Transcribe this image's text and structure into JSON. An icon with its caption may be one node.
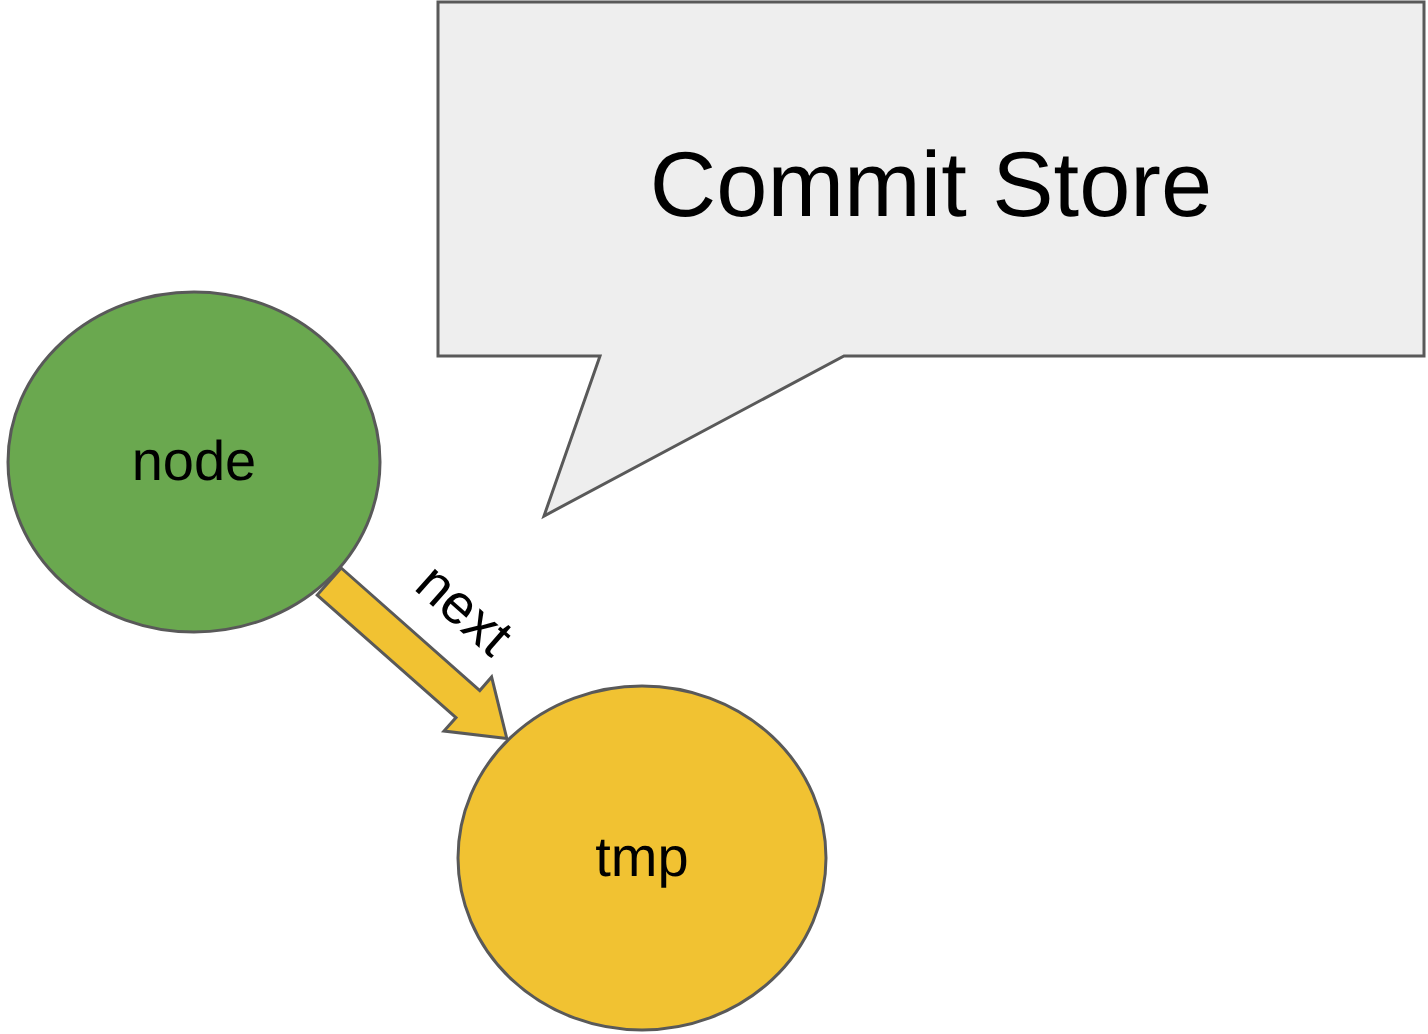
{
  "diagram": {
    "nodes": [
      {
        "text": [
          "Commit Store"
        ]
      },
      {
        "text": [
          "node"
        ]
      },
      {
        "text": [
          "tmp"
        ]
      }
    ],
    "edges": [
      {
        "from": 1,
        "to": 2,
        "arrow": "to",
        "label": "next",
        "style": "thick",
        "color": "#f1c232"
      }
    ]
  }
}
